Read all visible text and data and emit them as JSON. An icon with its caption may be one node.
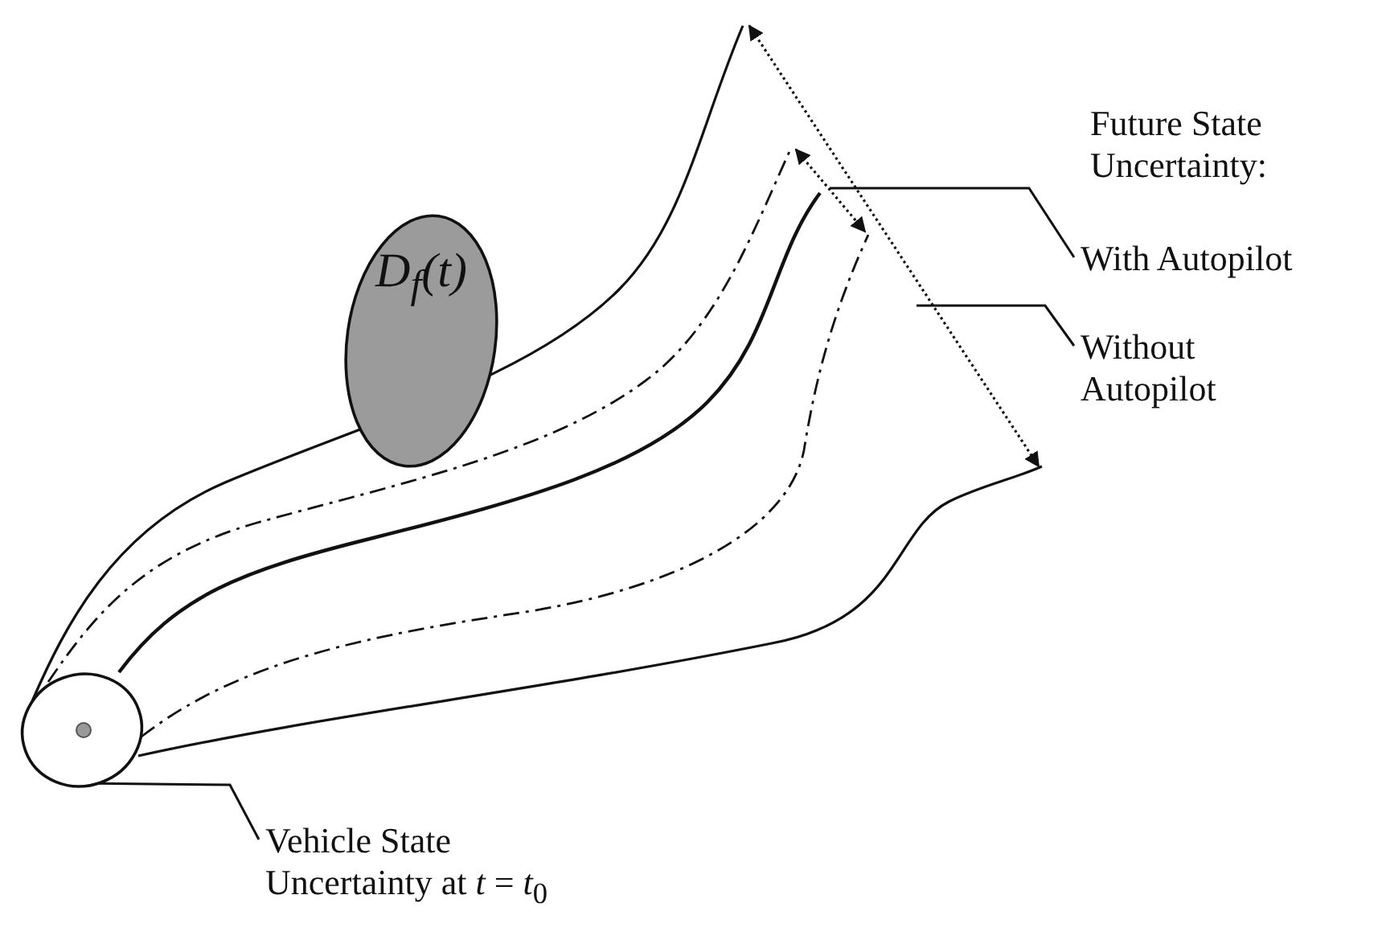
{
  "diagram": {
    "nodes": [
      {
        "text": [
          "D$_{f}$(t)"
        ]
      },
      {
        "text": [
          "With Autopilot"
        ]
      },
      {
        "text": [
          "Without Autopilot"
        ]
      },
      {
        "text": [],
        "shape": "ellipse"
      },
      {
        "text": [
          "Vehicle State Uncertainty at *t* = *t*$_{0}$"
        ]
      }
    ],
    "edges": [
      {
        "from": 1,
        "to": null,
        "arrow": "none"
      },
      {
        "from": 2,
        "to": null,
        "arrow": "none"
      },
      {
        "from": 4,
        "to": 3,
        "arrow": "none"
      }
    ],
    "labels": [
      "Future State Uncertainty:"
    ]
  }
}
